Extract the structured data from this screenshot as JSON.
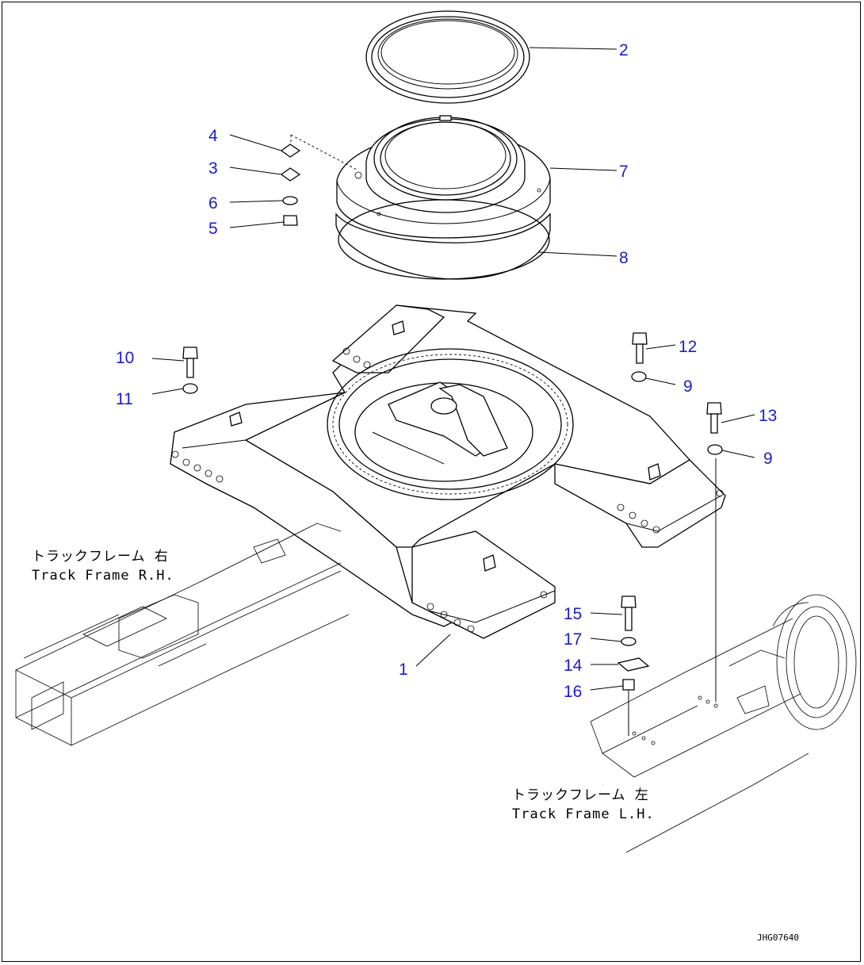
{
  "diagram": {
    "callouts": [
      {
        "id": "c2",
        "text": "2"
      },
      {
        "id": "c4",
        "text": "4"
      },
      {
        "id": "c3",
        "text": "3"
      },
      {
        "id": "c6",
        "text": "6"
      },
      {
        "id": "c5",
        "text": "5"
      },
      {
        "id": "c7",
        "text": "7"
      },
      {
        "id": "c8",
        "text": "8"
      },
      {
        "id": "c10",
        "text": "10"
      },
      {
        "id": "c11",
        "text": "11"
      },
      {
        "id": "c12",
        "text": "12"
      },
      {
        "id": "c9a",
        "text": "9"
      },
      {
        "id": "c13",
        "text": "13"
      },
      {
        "id": "c9b",
        "text": "9"
      },
      {
        "id": "c15",
        "text": "15"
      },
      {
        "id": "c17",
        "text": "17"
      },
      {
        "id": "c14",
        "text": "14"
      },
      {
        "id": "c16",
        "text": "16"
      },
      {
        "id": "c1",
        "text": "1"
      }
    ],
    "notes": {
      "rh_jp": "トラックフレーム 右",
      "rh_en": "Track Frame R.H.",
      "lh_jp": "トラックフレーム 左",
      "lh_en": "Track Frame L.H."
    },
    "drawing_code": "JHG07640",
    "callout_color": "#1c1ccc"
  }
}
